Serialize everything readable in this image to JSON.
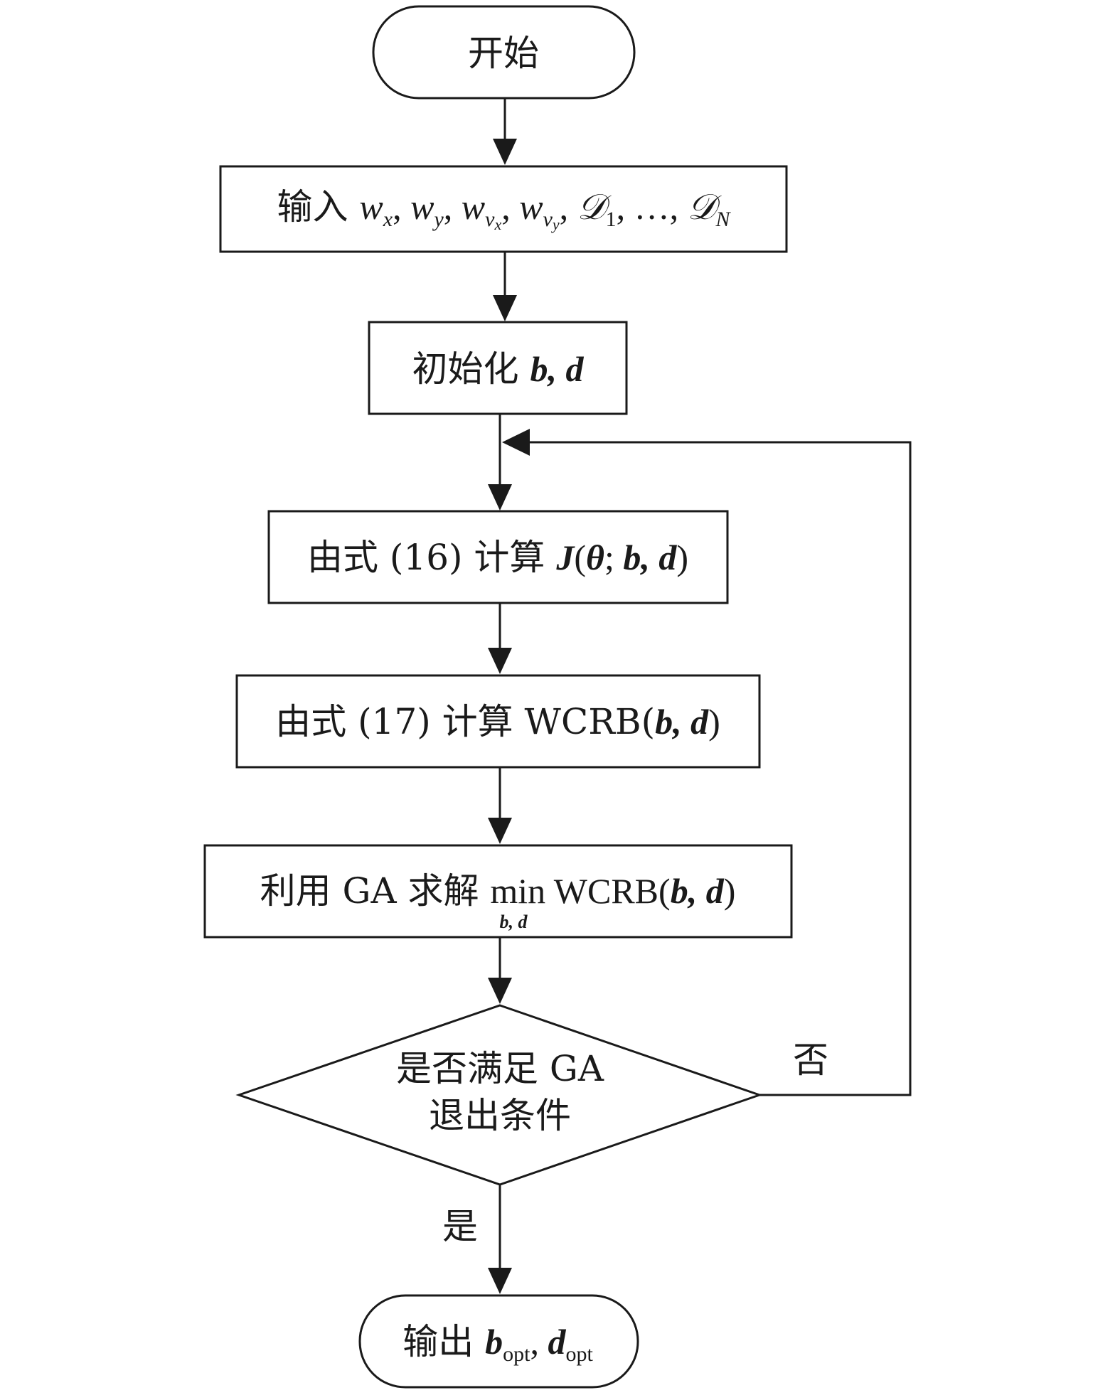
{
  "nodes": {
    "start": {
      "label": "开始"
    },
    "input": {
      "prefix": "输入 ",
      "wx": "w",
      "wx_sub": "x",
      "wy": "w",
      "wy_sub": "y",
      "wvx": "w",
      "wvx_sub": "v",
      "wvx_subsub": "x",
      "wvy": "w",
      "wvy_sub": "v",
      "wvy_subsub": "y",
      "d1": "𝒟",
      "d1_sub": "1",
      "ellipsis": "…",
      "dn": "𝒟",
      "dn_sub": "N",
      "sep": ", "
    },
    "init": {
      "prefix": "初始化 ",
      "vars": "b, d"
    },
    "calc_j": {
      "prefix": "由式 (16) 计算 ",
      "func": "J",
      "open": "(",
      "theta": "θ",
      "semi": "; ",
      "vars": "b, d",
      "close": ")"
    },
    "calc_wcrb": {
      "prefix": "由式 (17) 计算 WCRB(",
      "vars": "b, d",
      "close": ")"
    },
    "solve": {
      "prefix": "利用 GA 求解 ",
      "min": "min",
      "min_sub": "b, d",
      "mid": " WCRB(",
      "vars": "b, d",
      "close": ")"
    },
    "decision": {
      "line1": "是否满足 GA",
      "line2": "退出条件"
    },
    "output": {
      "prefix": "输出 ",
      "b": "b",
      "b_sub": "opt",
      "sep": ", ",
      "d": "d",
      "d_sub": "opt"
    }
  },
  "edges": {
    "yes_label": "是",
    "no_label": "否"
  }
}
